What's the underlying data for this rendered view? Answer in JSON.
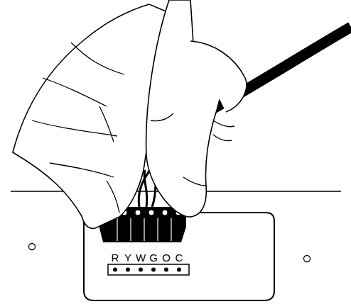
{
  "diagram": {
    "labels": [
      "R",
      "Y",
      "W",
      "G",
      "O",
      "C"
    ]
  }
}
